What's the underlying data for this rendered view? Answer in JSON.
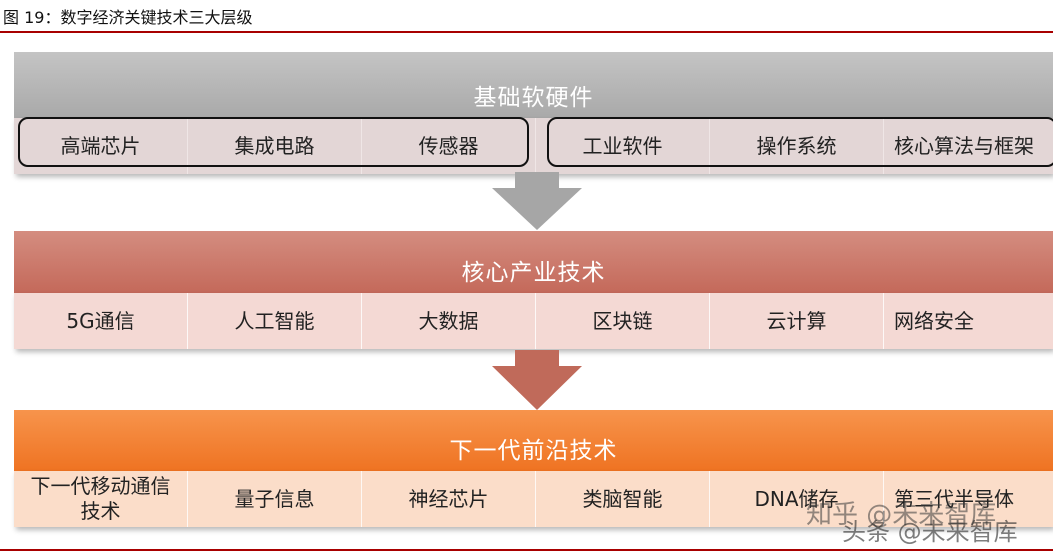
{
  "figure_title": "图 19：数字经济关键技术三大层级",
  "layers": [
    {
      "title": "基础软硬件",
      "items": [
        "高端芯片",
        "集成电路",
        "传感器",
        "工业软件",
        "操作系统",
        "核心算法与框架"
      ]
    },
    {
      "title": "核心产业技术",
      "items": [
        "5G通信",
        "人工智能",
        "大数据",
        "区块链",
        "云计算",
        "网络安全"
      ]
    },
    {
      "title": "下一代前沿技术",
      "items": [
        "下一代移动通信技术",
        "量子信息",
        "神经芯片",
        "类脑智能",
        "DNA储存",
        "第三代半导体"
      ]
    }
  ],
  "watermark": "知乎 @未来智库",
  "watermark2": "头条 @未来智库",
  "colors": {
    "rule": "#a80000",
    "layer1": "#b0b0b0",
    "layer2": "#c97868",
    "layer3": "#f27e2f"
  }
}
